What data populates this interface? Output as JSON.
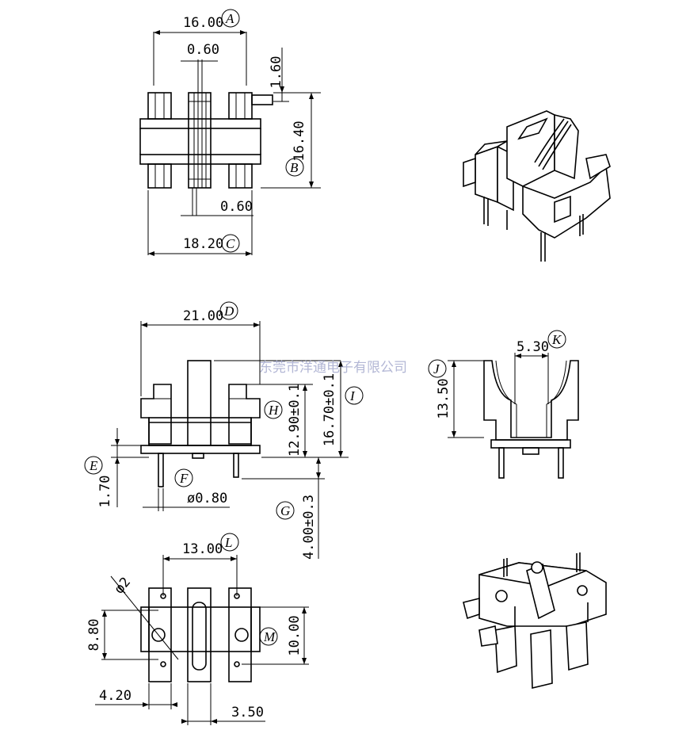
{
  "dimensions": {
    "A": {
      "value": "16.00",
      "tag": "A"
    },
    "top_pin_gap": "0.60",
    "top_offset": "1.60",
    "B": {
      "value": "16.40",
      "tag": "B"
    },
    "bottom_pin_gap": "0.60",
    "C": {
      "value": "18.20",
      "tag": "C"
    },
    "D": {
      "value": "21.00",
      "tag": "D"
    },
    "H": {
      "value": "12.90±0.1",
      "tag": "H"
    },
    "I": {
      "value": "16.70±0.1",
      "tag": "I"
    },
    "E": {
      "value": "1.70",
      "tag": "E"
    },
    "F": {
      "value": "ø0.80",
      "tag": "F"
    },
    "G": {
      "value": "4.00±0.3",
      "tag": "G"
    },
    "K": {
      "value": "5.30",
      "tag": "K"
    },
    "J": {
      "value": "13.50",
      "tag": "J"
    },
    "L": {
      "value": "13.00",
      "tag": "L"
    },
    "phi2": "φ2",
    "bottom_height": "8.80",
    "M": {
      "value": "10.00",
      "tag": "M"
    },
    "bottom_offset": "4.20",
    "bottom_width": "3.50"
  },
  "watermark": "东莞市洋通电子有限公司"
}
